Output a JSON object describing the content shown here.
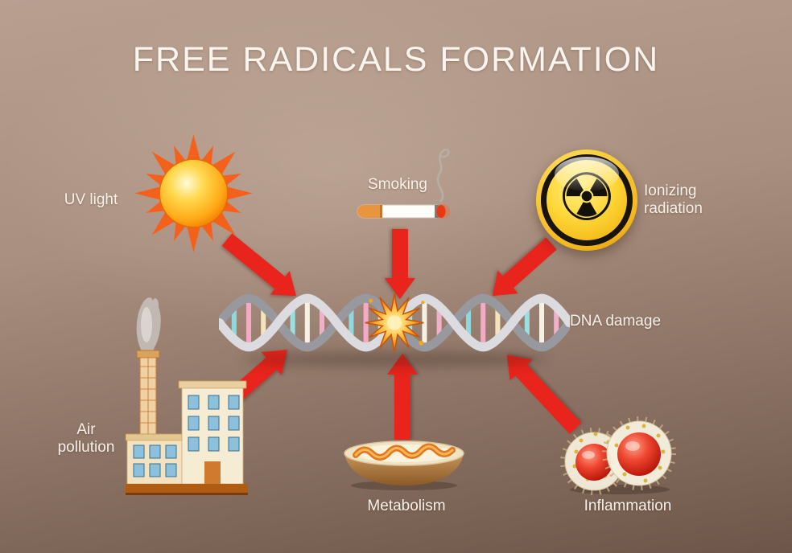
{
  "title": "FREE RADICALS FORMATION",
  "labels": {
    "uv_light": "UV light",
    "smoking": "Smoking",
    "ionizing_radiation": "Ionizing\nradiation",
    "dna_damage": "DNA damage",
    "air_pollution": "Air\npollution",
    "metabolism": "Metabolism",
    "inflammation": "Inflammation"
  },
  "icons": {
    "sun": "sun-icon",
    "cigarette": "cigarette-icon",
    "radiation": "radiation-icon",
    "radiation_glyph": "☢",
    "dna": "dna-helix-icon",
    "explosion": "explosion-burst-icon",
    "factory": "factory-icon",
    "mitochondria": "mitochondria-bowl-icon",
    "inflammation_cells": "inflamed-cells-icon"
  },
  "arrows": [
    "uv-light-to-dna",
    "smoking-to-dna",
    "ionizing-radiation-to-dna",
    "air-pollution-to-dna",
    "metabolism-to-dna",
    "inflammation-to-dna"
  ],
  "colors": {
    "arrow_red": "#e8241c",
    "title_text": "#f9f4ee",
    "label_text": "#f7f1e9",
    "background_top": "#b89f90",
    "background_bottom": "#6d5649",
    "radiation_yellow": "#ffd83a",
    "sun_orange": "#ffa816",
    "explosion_orange": "#f59414",
    "dna_strand_light": "#dcdce0",
    "dna_strand_dark": "#98989f"
  }
}
